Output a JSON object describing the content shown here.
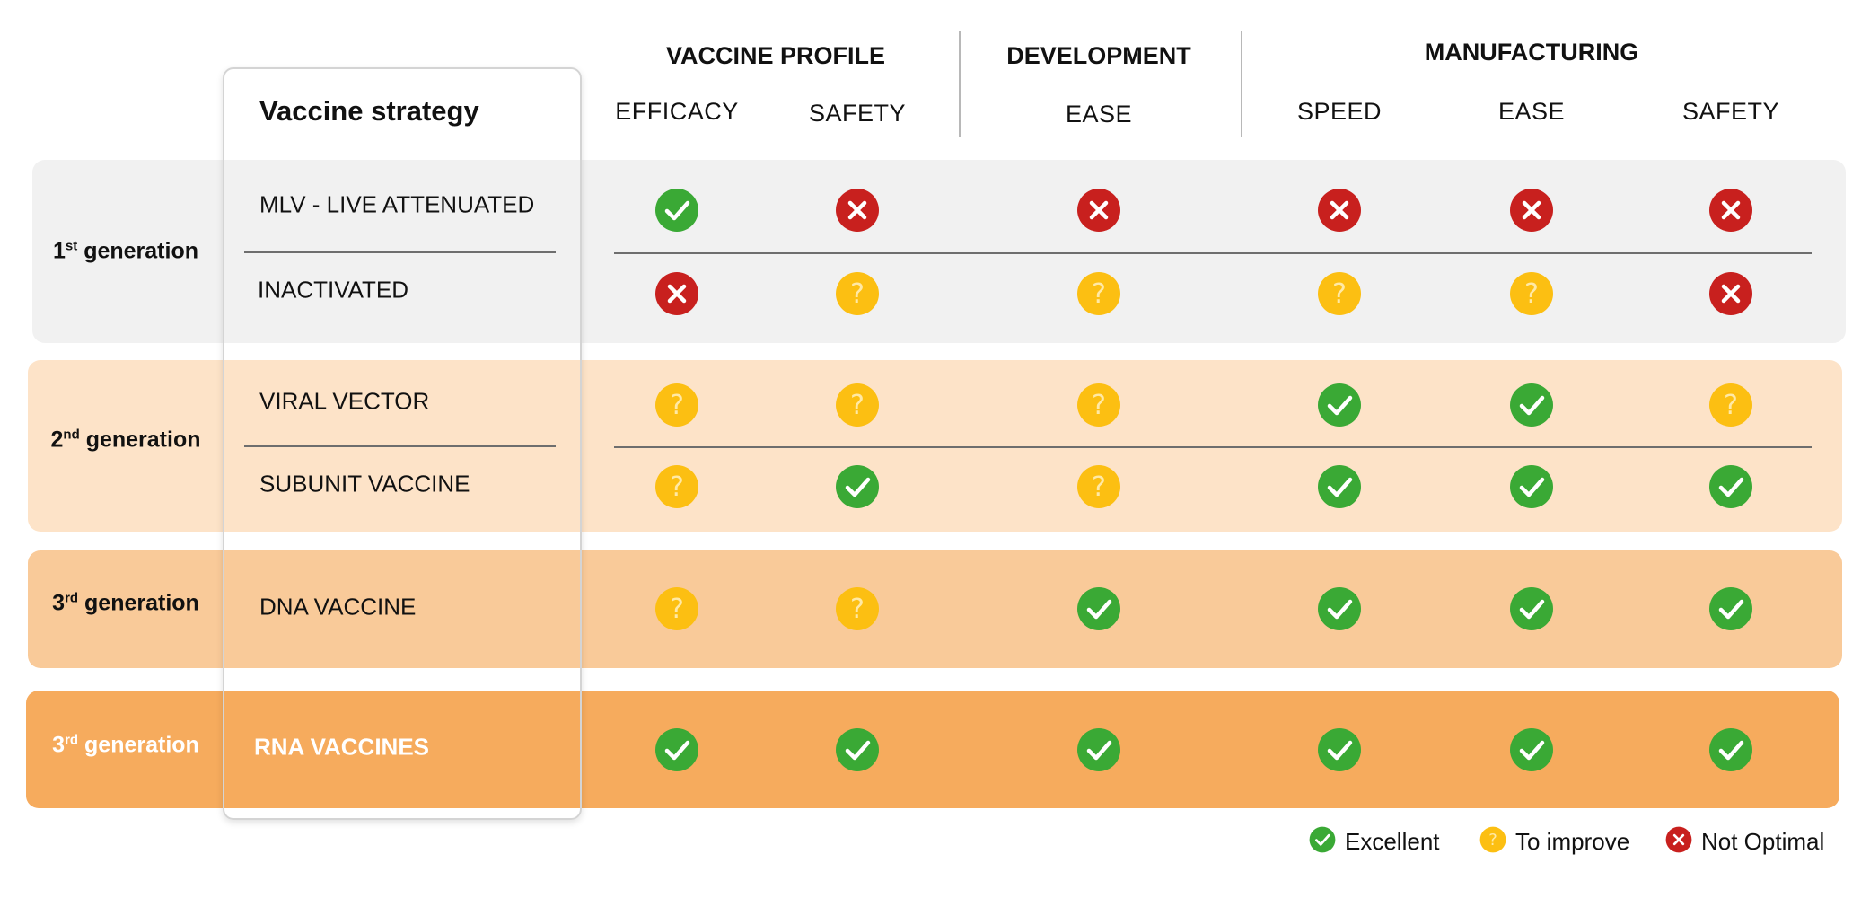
{
  "groups": [
    {
      "label": "VACCINE PROFILE"
    },
    {
      "label": "DEVELOPMENT"
    },
    {
      "label": "MANUFACTURING"
    }
  ],
  "columns": [
    "EFFICACY",
    "SAFETY",
    "EASE",
    "SPEED",
    "EASE",
    "SAFETY"
  ],
  "strategy_header": "Vaccine strategy",
  "generations": [
    {
      "num": "1",
      "sup": "st",
      "suffix": " generation"
    },
    {
      "num": "2",
      "sup": "nd",
      "suffix": " generation"
    },
    {
      "num": "3",
      "sup": "rd",
      "suffix": " generation"
    },
    {
      "num": "3",
      "sup": "rd",
      "suffix": " generation"
    }
  ],
  "rows": [
    {
      "name": "MLV - LIVE ATTENUATED",
      "ratings": [
        "excellent",
        "not_optimal",
        "not_optimal",
        "not_optimal",
        "not_optimal",
        "not_optimal"
      ]
    },
    {
      "name": "INACTIVATED",
      "ratings": [
        "not_optimal",
        "to_improve",
        "to_improve",
        "to_improve",
        "to_improve",
        "not_optimal"
      ]
    },
    {
      "name": "VIRAL VECTOR",
      "ratings": [
        "to_improve",
        "to_improve",
        "to_improve",
        "excellent",
        "excellent",
        "to_improve"
      ]
    },
    {
      "name": "SUBUNIT VACCINE",
      "ratings": [
        "to_improve",
        "excellent",
        "to_improve",
        "excellent",
        "excellent",
        "excellent"
      ]
    },
    {
      "name": "DNA VACCINE",
      "ratings": [
        "to_improve",
        "to_improve",
        "excellent",
        "excellent",
        "excellent",
        "excellent"
      ]
    },
    {
      "name": "RNA VACCINES",
      "ratings": [
        "excellent",
        "excellent",
        "excellent",
        "excellent",
        "excellent",
        "excellent"
      ]
    }
  ],
  "legend": [
    {
      "key": "excellent",
      "label": "Excellent"
    },
    {
      "key": "to_improve",
      "label": "To improve"
    },
    {
      "key": "not_optimal",
      "label": "Not Optimal"
    }
  ],
  "colors": {
    "excellent": "#3aa935",
    "to_improve": "#fcbf12",
    "not_optimal": "#c8201e",
    "band_gen1": "#f1f1f1",
    "band_gen2": "#fde3c8",
    "band_gen3": "#f9ca99",
    "band_gen3_rna": "#f6ab5d"
  },
  "icons": {
    "excellent": "check-circle-icon",
    "to_improve": "question-circle-icon",
    "not_optimal": "x-circle-icon"
  }
}
